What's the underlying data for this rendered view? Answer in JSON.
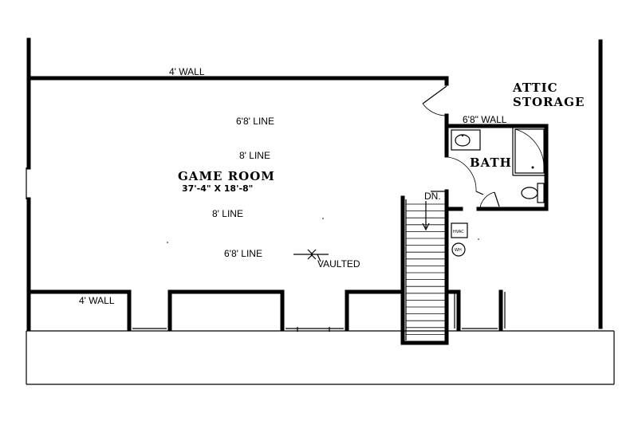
{
  "labels": {
    "wall_top": "4' WALL",
    "attic_line1": "ATTIC",
    "attic_line2": "STORAGE",
    "bath_wall": "6'8\" WALL",
    "line_6_8_top": "6'8' LINE",
    "line_8_top": "8' LINE",
    "bath": "BATH",
    "room_name": "GAME ROOM",
    "room_dims": "37'-4\" X 18'-8\"",
    "stair_dn": "DN.",
    "line_8_bottom": "8' LINE",
    "line_6_8_bottom": "6'8' LINE",
    "vaulted": "VAULTED",
    "wall_bottom": "4' WALL",
    "hvac": "HVAC",
    "wh": "WH"
  },
  "icons": [
    "sink-icon",
    "shower-icon",
    "toilet-icon",
    "hvac-unit-icon",
    "water-heater-icon",
    "door-swing-icon",
    "stair-arrow-icon"
  ],
  "colors": {
    "ink": "#000000",
    "paper": "#ffffff"
  }
}
